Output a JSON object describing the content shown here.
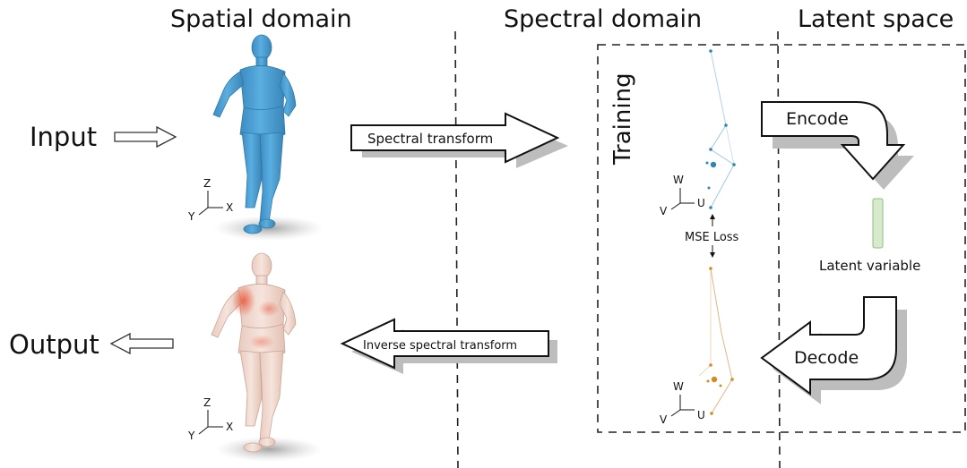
{
  "headers": {
    "spatial": "Spatial domain",
    "spectral": "Spectral domain",
    "latent": "Latent space"
  },
  "labels": {
    "input": "Input",
    "output": "Output",
    "training": "Training",
    "spectral_transform": "Spectral transform",
    "inverse_spectral_transform": "Inverse spectral transform",
    "encode": "Encode",
    "decode": "Decode",
    "latent_variable": "Latent variable",
    "mse_loss": "MSE Loss"
  },
  "axes_spatial": {
    "z": "Z",
    "y": "Y",
    "x": "X"
  },
  "axes_spectral": {
    "w": "W",
    "v": "V",
    "u": "U"
  },
  "colors": {
    "input_mesh": "#4a9fd3",
    "output_mesh": "#efd6cc",
    "output_heat": "#e8553a",
    "spectral_top": "#2c87b8",
    "spectral_bottom": "#d78a1e",
    "latent_bar_fill": "#cfe6c3",
    "latent_bar_stroke": "#8db57a"
  }
}
